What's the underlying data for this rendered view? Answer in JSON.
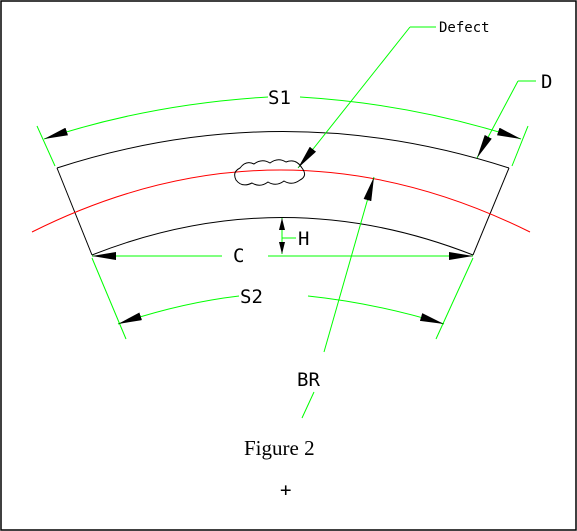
{
  "labels": {
    "defect": "Defect",
    "d": "D",
    "s1": "S1",
    "s2": "S2",
    "c": "C",
    "h": "H",
    "br": "BR",
    "caption": "Figure 2",
    "center_mark": "+"
  },
  "colors": {
    "outline": "#000000",
    "dimension": "#00ff00",
    "bend_line": "#ff0000",
    "background": "#ffffff"
  }
}
